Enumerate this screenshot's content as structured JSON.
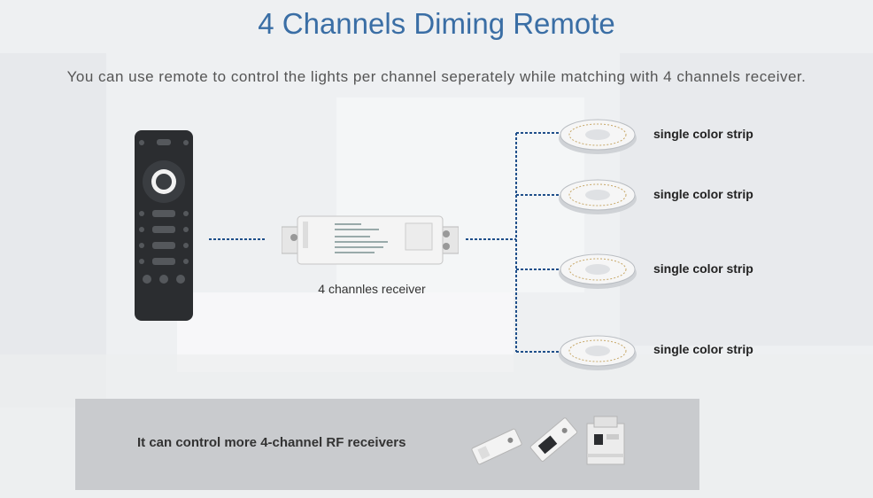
{
  "header": {
    "title": "4 Channels Diming Remote",
    "subtitle": "You can use remote to control the lights per channel seperately while matching with 4 channels receiver."
  },
  "diagram": {
    "remote_icon": "rf-remote",
    "receiver_icon": "4-channel-receiver",
    "receiver_label": "4 channles receiver",
    "strips": [
      {
        "label": "single color strip"
      },
      {
        "label": "single color strip"
      },
      {
        "label": "single color strip"
      },
      {
        "label": "single color strip"
      }
    ],
    "wire_color": "#1f4f8a"
  },
  "footer_panel": {
    "text": "It can control more 4-channel RF receivers",
    "devices": [
      "receiver-a",
      "receiver-b",
      "din-rail-receiver"
    ]
  }
}
